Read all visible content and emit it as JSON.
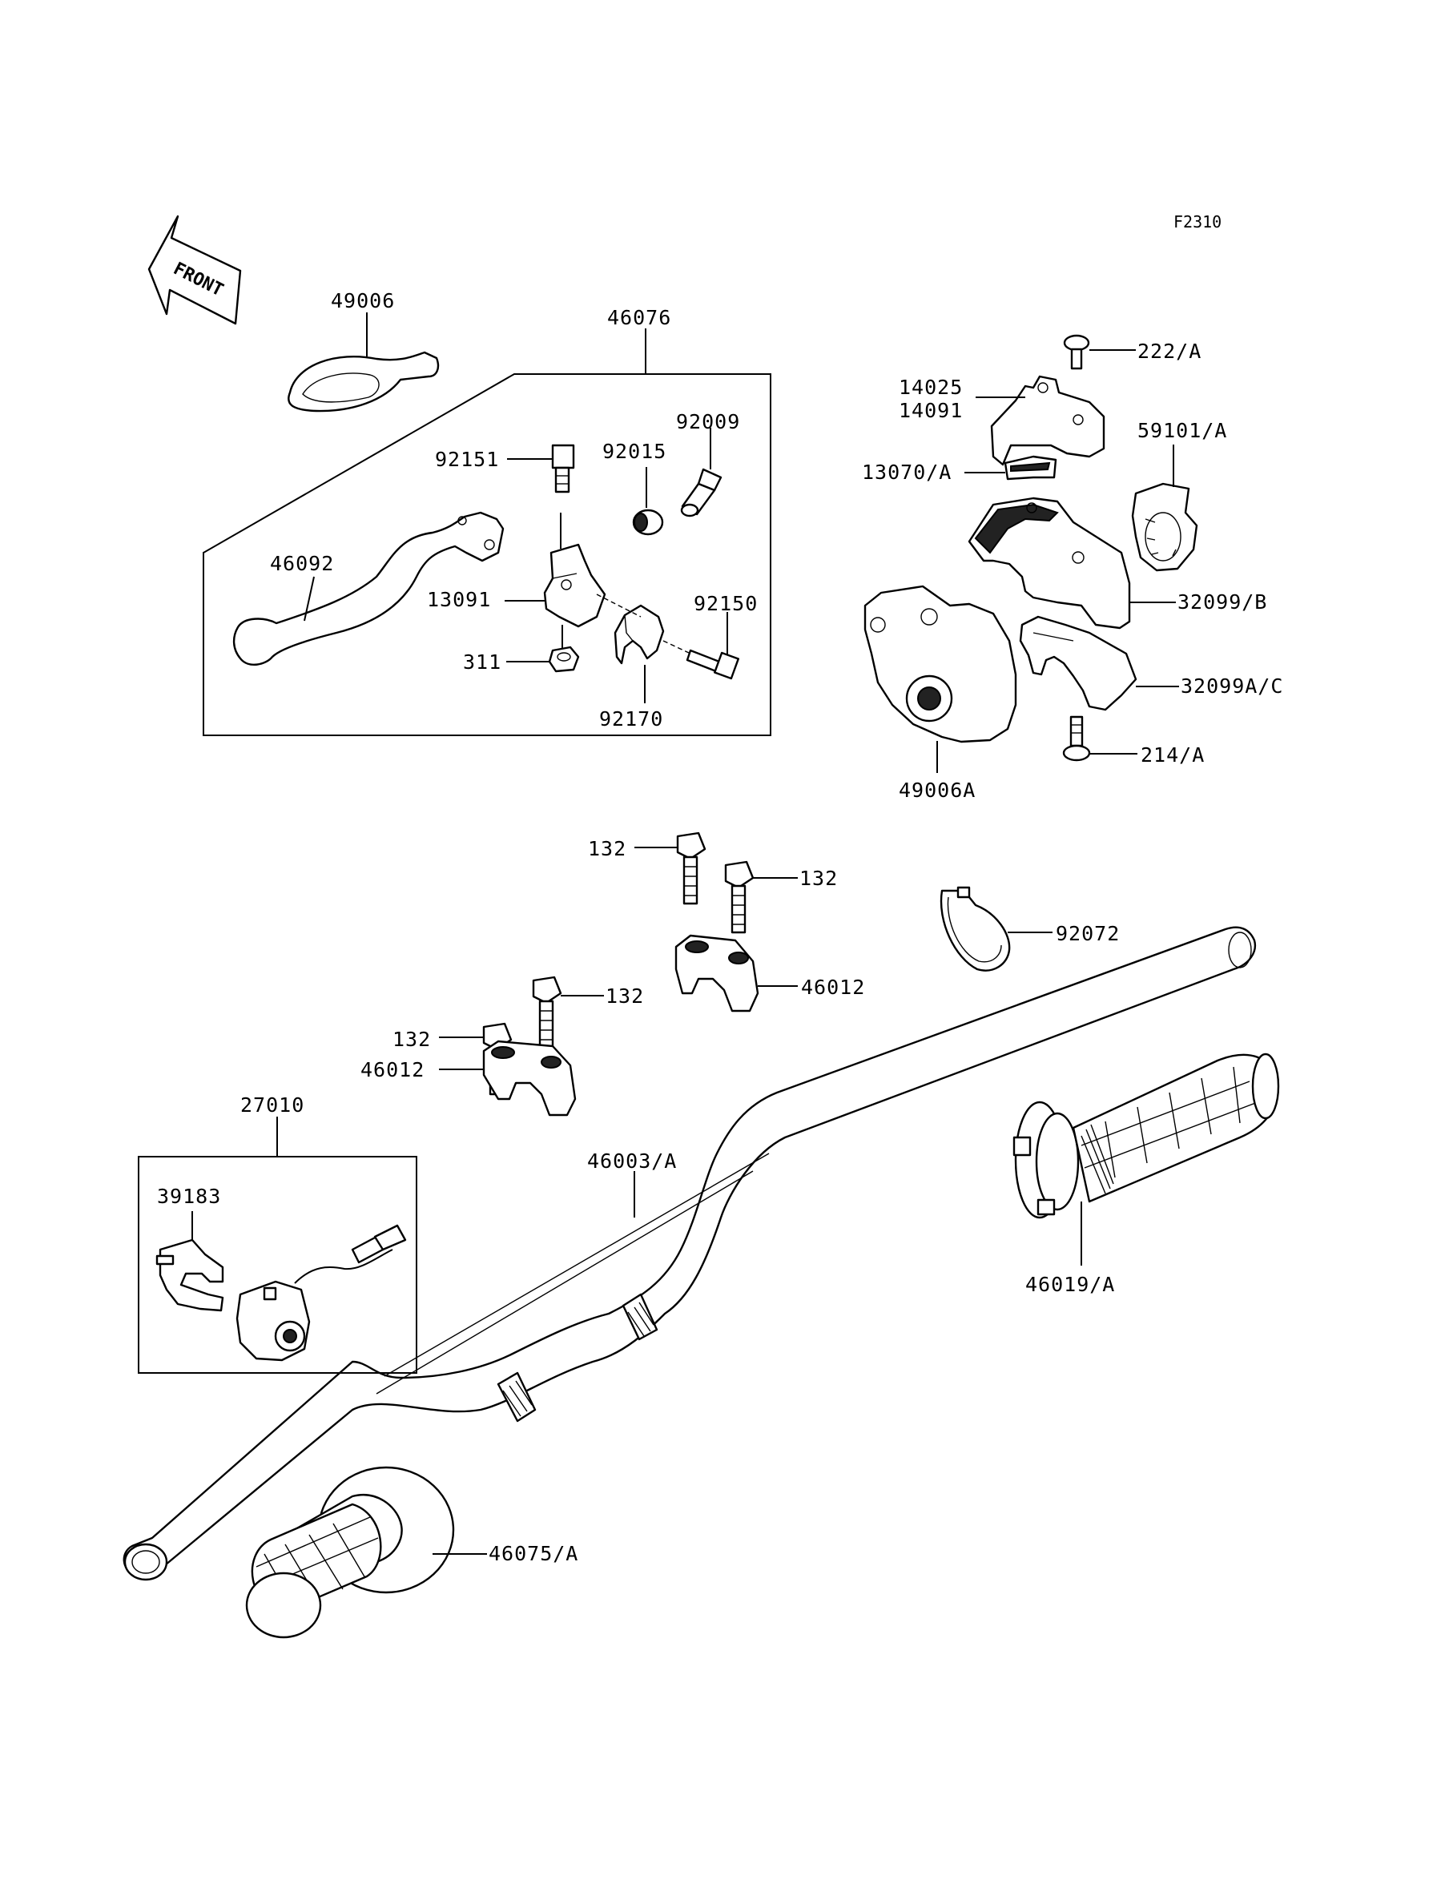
{
  "diagram_code": "F2310",
  "front_label": "FRONT",
  "labels": {
    "l49006": "49006",
    "l46076": "46076",
    "l92009": "92009",
    "l92151": "92151",
    "l92015": "92015",
    "l46092": "46092",
    "l13091": "13091",
    "l92150": "92150",
    "l311": "311",
    "l92170": "92170",
    "l222a": "222/A",
    "l14025": "14025",
    "l14091": "14091",
    "l59101a": "59101/A",
    "l13070a": "13070/A",
    "l32099b": "32099/B",
    "l32099ac": "32099A/C",
    "l214a": "214/A",
    "l49006a": "49006A",
    "l132a": "132",
    "l132b": "132",
    "l132c": "132",
    "l132d": "132",
    "l46012a": "46012",
    "l46012b": "46012",
    "l92072": "92072",
    "l27010": "27010",
    "l39183": "39183",
    "l46003a": "46003/A",
    "l46019a": "46019/A",
    "l46075a": "46075/A"
  }
}
